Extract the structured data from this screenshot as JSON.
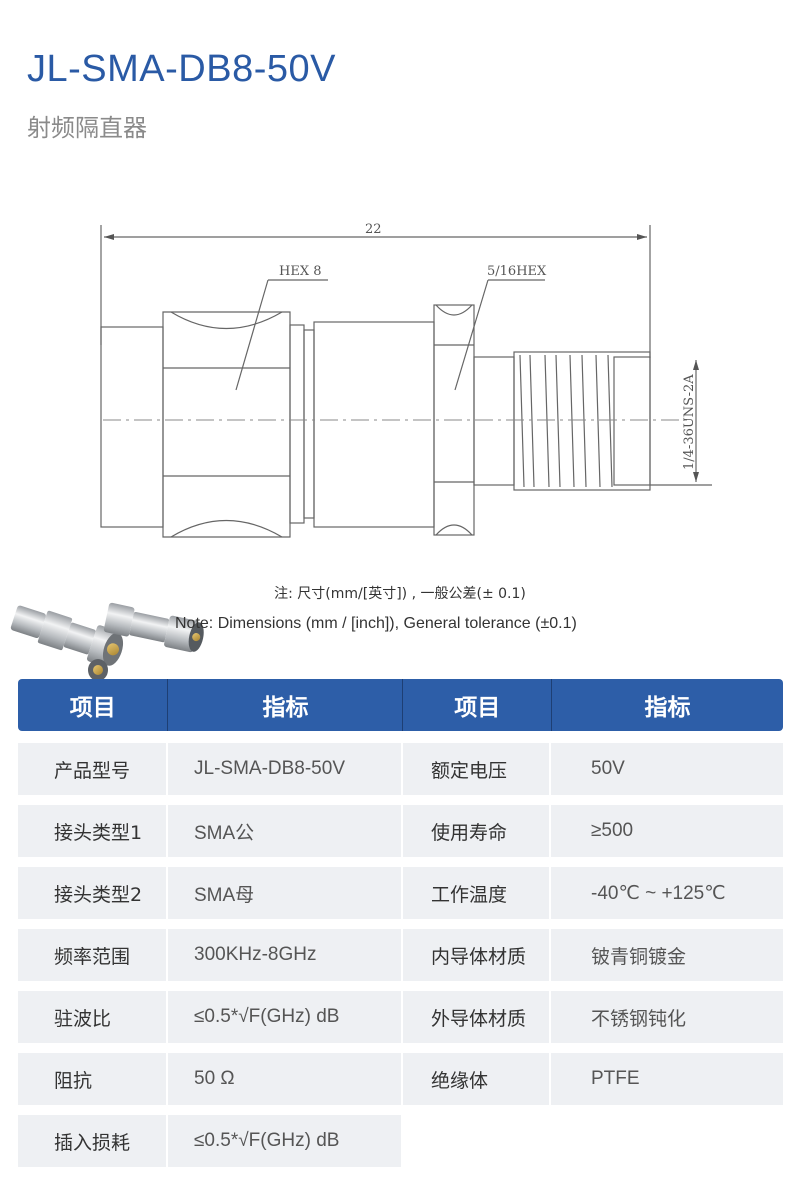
{
  "header": {
    "title": "JL-SMA-DB8-50V",
    "subtitle": "射频隔直器"
  },
  "drawing": {
    "overall_length": "22",
    "hex_label_left": "HEX 8",
    "hex_label_right": "5/16HEX",
    "thread_label": "1/4-36UNS-2A"
  },
  "notes": {
    "cn": "注: 尺寸(mm/[英寸]) , 一般公差(± 0.1)",
    "en": "Note: Dimensions (mm / [inch]), General tolerance (±0.1)"
  },
  "table": {
    "headers": [
      "项目",
      "指标",
      "项目",
      "指标"
    ],
    "rows": [
      [
        "产品型号",
        "JL-SMA-DB8-50V",
        "额定电压",
        "50V"
      ],
      [
        "接头类型1",
        "SMA公",
        "使用寿命",
        "≥500"
      ],
      [
        "接头类型2",
        "SMA母",
        "工作温度",
        "-40℃ ~ +125℃"
      ],
      [
        "频率范围",
        "300KHz-8GHz",
        "内导体材质",
        "铍青铜镀金"
      ],
      [
        "驻波比",
        "≤0.5*√F(GHz) dB",
        "外导体材质",
        "不锈钢钝化"
      ],
      [
        "阻抗",
        "50 Ω",
        "绝缘体",
        "PTFE"
      ],
      [
        "插入损耗",
        "≤0.5*√F(GHz) dB",
        "",
        ""
      ]
    ]
  },
  "colors": {
    "accent": "#2a5aa5",
    "header_bg": "#2d5ea8",
    "cell_bg": "#eef0f3"
  }
}
